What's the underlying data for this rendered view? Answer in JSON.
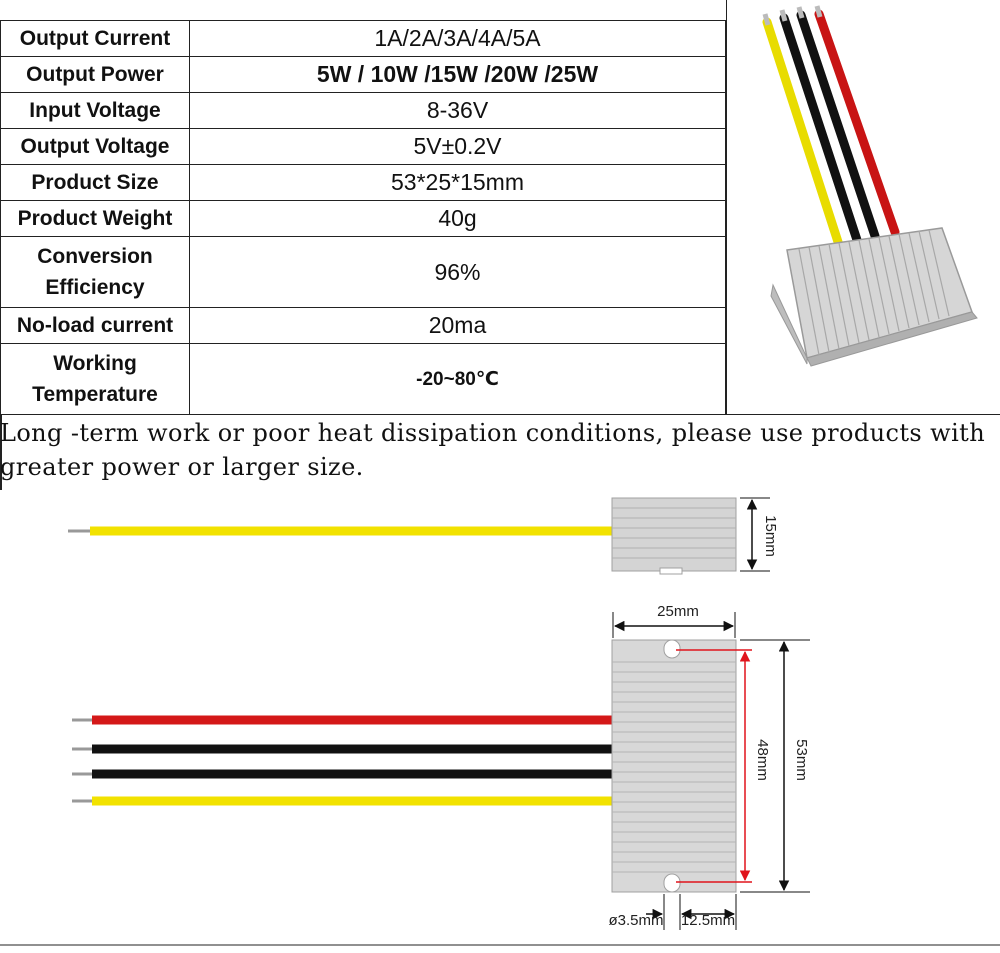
{
  "specs": [
    {
      "label": "Output Current",
      "value": "1A/2A/3A/4A/5A"
    },
    {
      "label": "Output Power",
      "value": "5W / 10W /15W /20W /25W"
    },
    {
      "label": "Input Voltage",
      "value": "8-36V"
    },
    {
      "label": "Output Voltage",
      "value": "5V±0.2V"
    },
    {
      "label": "Product Size",
      "value": "53*25*15mm"
    },
    {
      "label": "Product Weight",
      "value": "40g"
    },
    {
      "label_line1": "Conversion",
      "label_line2": "Efficiency",
      "value": "96%"
    },
    {
      "label": "No-load current",
      "value": "20ma"
    },
    {
      "label_line1": "Working",
      "label_line2": "Temperature",
      "value": "-20~80℃"
    }
  ],
  "note": "Long -term work or poor heat dissipation conditions, please use products with greater power or larger size.",
  "dimensions": {
    "height": "15mm",
    "width": "25mm",
    "hole_spacing": "48mm",
    "length": "53mm",
    "hole_diameter": "ø3.5mm",
    "hole_offset": "12.5mm"
  },
  "colors": {
    "wire_yellow": "#f2e200",
    "wire_red": "#d41818",
    "wire_black": "#111111",
    "heatsink": "#cfcfcf",
    "dim_red": "#e0141c"
  }
}
